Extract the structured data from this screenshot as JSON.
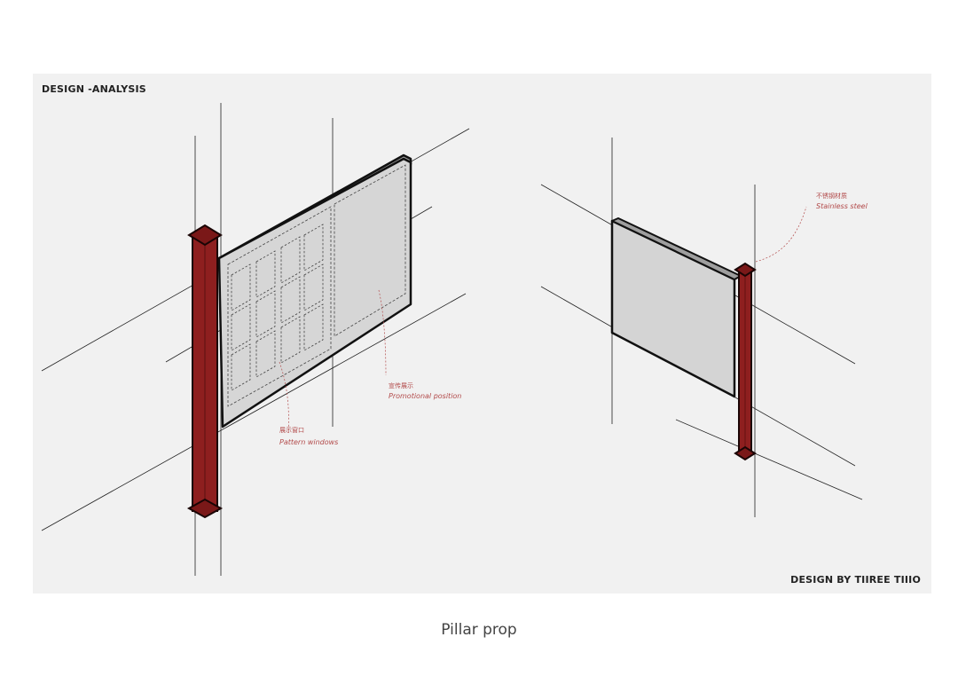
{
  "header": {
    "left_title": "DESIGN -ANALYSIS",
    "right_credit": "DESIGN BY TIIREE TIIIO"
  },
  "caption": "Pillar prop",
  "annotations": {
    "left_panel_a": {
      "cn": "展示窗口",
      "en": "Pattern windows"
    },
    "left_panel_b": {
      "cn": "宣传展示",
      "en": "Promotional position"
    },
    "right_pillar": {
      "cn": "不锈钢材质",
      "en": "Stainless steel"
    }
  },
  "colors": {
    "pillar_red": "#8e1f1f",
    "pillar_dark": "#3a0c0c",
    "panel_face": "#d6d6d6",
    "panel_edge": "#a8a8a8",
    "annotation": "#b24a4a",
    "sheet": "#f1f1f1"
  }
}
